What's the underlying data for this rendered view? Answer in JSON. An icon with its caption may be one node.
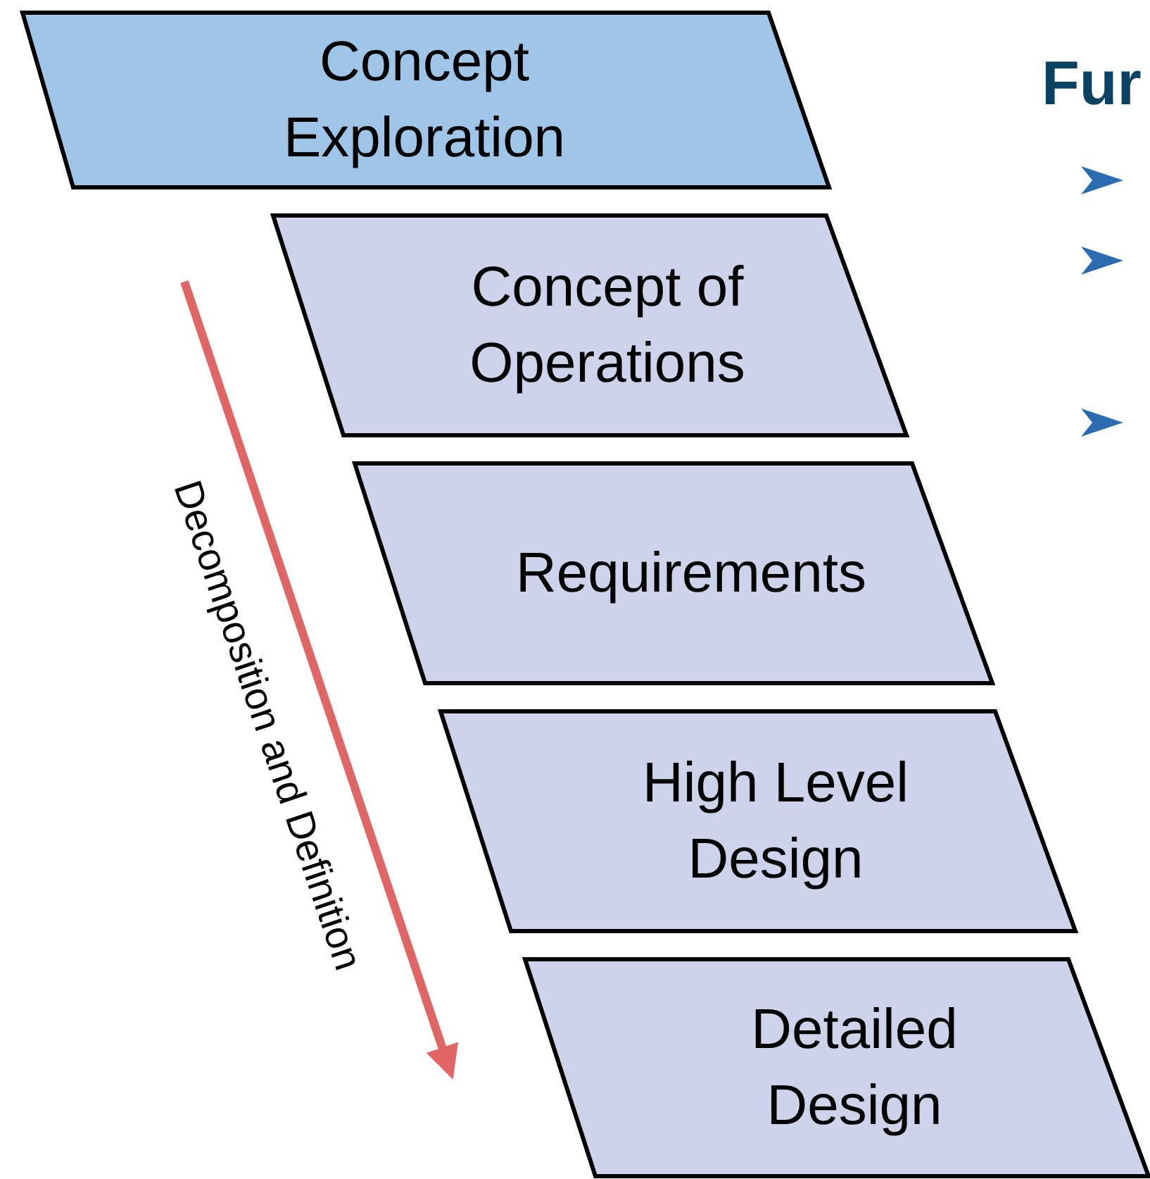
{
  "diagram": {
    "nodes": [
      {
        "text": [
          "Concept Exploration"
        ]
      },
      {
        "text": [
          "Concept of Operations"
        ]
      },
      {
        "text": [
          "Requirements"
        ]
      },
      {
        "text": [
          "High Level Design"
        ]
      },
      {
        "text": [
          "Detailed Design"
        ]
      }
    ],
    "labels": [
      "Decomposition and Definition",
      "Fur"
    ]
  }
}
